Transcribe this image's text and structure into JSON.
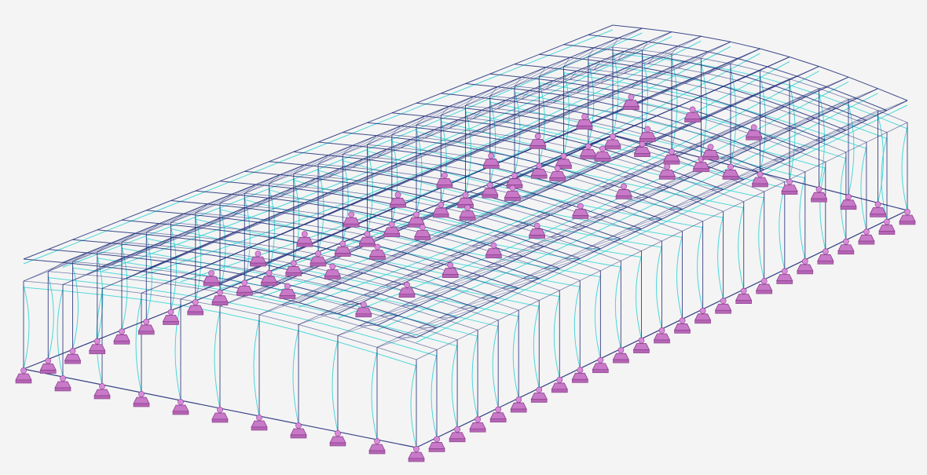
{
  "view": {
    "projection": "isometric",
    "background_color": "#f4f4f4"
  },
  "model": {
    "type": "space frame roof structure with deformed shape overlay",
    "colors": {
      "undeformed_members": "#1f2b78",
      "deformed_shape": "#38d4d4",
      "supports": "#c879c8",
      "support_edge": "#8a3f8a"
    },
    "support_icon": "pinned-support-pyramid",
    "perimeter_support_count": 56,
    "interior_support_count": 33
  }
}
